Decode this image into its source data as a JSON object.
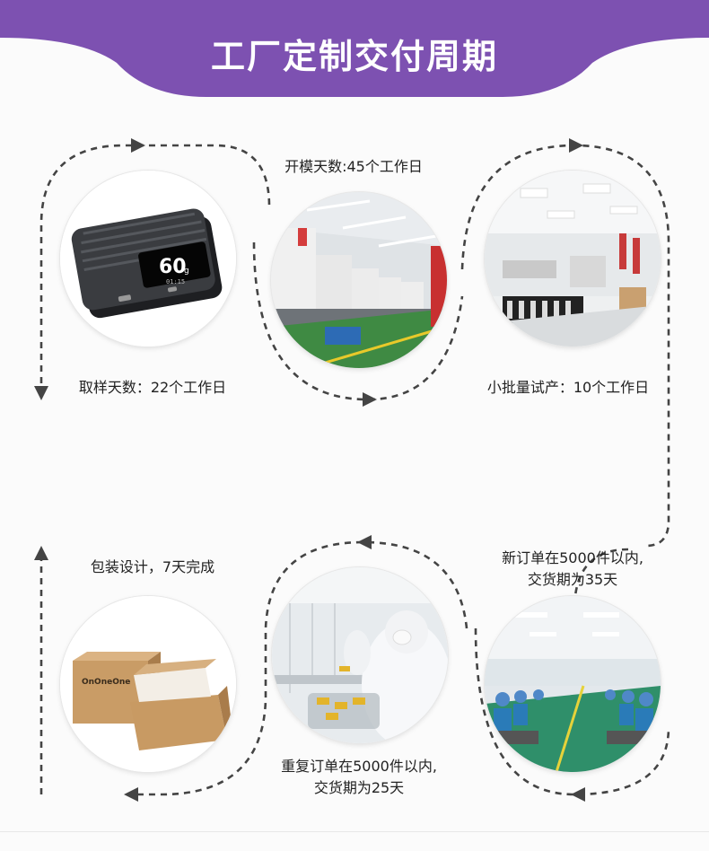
{
  "header": {
    "title": "工厂定制交付周期",
    "bg_color": "#7d51b1"
  },
  "steps": [
    {
      "caption": "取样天数：22个工作日",
      "image": "power-bank-product-icon"
    },
    {
      "caption": "开模天数:45个工作日",
      "image": "injection-molding-workshop-photo"
    },
    {
      "caption": "小批量试产：10个工作日",
      "image": "lab-room-photo"
    },
    {
      "caption_lines": [
        "新订单在5000件以内,",
        "交货期为35天"
      ],
      "image": "assembly-line-photo"
    },
    {
      "caption_lines": [
        "重复订单在5000件以内,",
        "交货期为25天"
      ],
      "image": "cleanroom-worker-photo"
    },
    {
      "caption": "包装设计，7天完成",
      "image": "kraft-box-packaging-photo"
    }
  ],
  "product": {
    "display_value": "60",
    "display_unit": "g",
    "display_sub": "01:15"
  },
  "box": {
    "brand_text": "OnOneOne"
  },
  "colors": {
    "arrow": "#444444",
    "accent": "#7d51b1"
  }
}
